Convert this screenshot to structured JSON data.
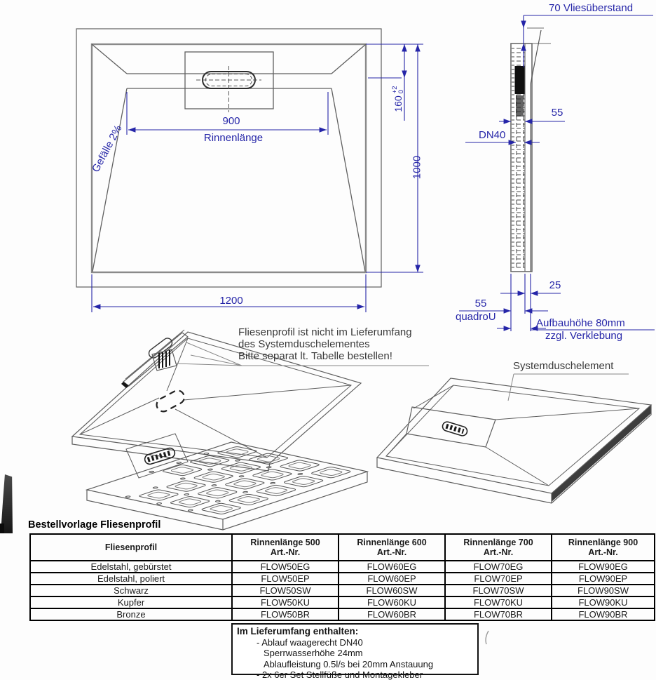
{
  "colors": {
    "dimension_blue": "#2525a8",
    "line_gray": "#606060",
    "annotation_gray": "#3a3a3a"
  },
  "top_view": {
    "slope_label": "Gefälle 2%",
    "channel_dim": "900",
    "channel_dim_label": "Rinnenlänge",
    "depth_dim": "160",
    "depth_tol_upper": "+2",
    "depth_tol_lower": "0",
    "height_dim": "1000",
    "width_dim": "1200"
  },
  "side_view": {
    "fleece_label": "70 Vliesüberstand",
    "dim_55_top": "55",
    "drain_label": "DN40",
    "dim_25": "25",
    "dim_55_bottom": "55",
    "product_label": "quadroU",
    "build_height": "Aufbauhöhe 80mm",
    "build_height_note": "zzgl. Verklebung"
  },
  "exploded_view": {
    "note_line1": "Fliesenprofil ist nicht im Lieferumfang",
    "note_line2": "des Systemduschelementes",
    "note_line3": "Bitte separat lt. Tabelle bestellen!",
    "element_label": "Systemduschelement"
  },
  "order_table": {
    "title": "Bestellvorlage Fliesenprofil",
    "profile_header": "Fliesenprofil",
    "columns": [
      {
        "title": "Rinnenlänge 500",
        "subtitle": "Art.-Nr."
      },
      {
        "title": "Rinnenlänge 600",
        "subtitle": "Art.-Nr."
      },
      {
        "title": "Rinnenlänge 700",
        "subtitle": "Art.-Nr."
      },
      {
        "title": "Rinnenlänge 900",
        "subtitle": "Art.-Nr."
      }
    ],
    "rows": [
      [
        "Edelstahl, gebürstet",
        "FLOW50EG",
        "FLOW60EG",
        "FLOW70EG",
        "FLOW90EG"
      ],
      [
        "Edelstahl, poliert",
        "FLOW50EP",
        "FLOW60EP",
        "FLOW70EP",
        "FLOW90EP"
      ],
      [
        "Schwarz",
        "FLOW50SW",
        "FLOW60SW",
        "FLOW70SW",
        "FLOW90SW"
      ],
      [
        "Kupfer",
        "FLOW50KU",
        "FLOW60KU",
        "FLOW70KU",
        "FLOW90KU"
      ],
      [
        "Bronze",
        "FLOW50BR",
        "FLOW60BR",
        "FLOW70BR",
        "FLOW90BR"
      ]
    ]
  },
  "scope_box": {
    "title": "Im Lieferumfang enthalten:",
    "items": [
      "- Ablauf waagerecht DN40",
      "Sperrwasserhöhe 24mm",
      "Ablaufleistung 0.5l/s bei 20mm Anstauung",
      "- 2x 6er Set Stellfüße und Montagekleber"
    ]
  }
}
